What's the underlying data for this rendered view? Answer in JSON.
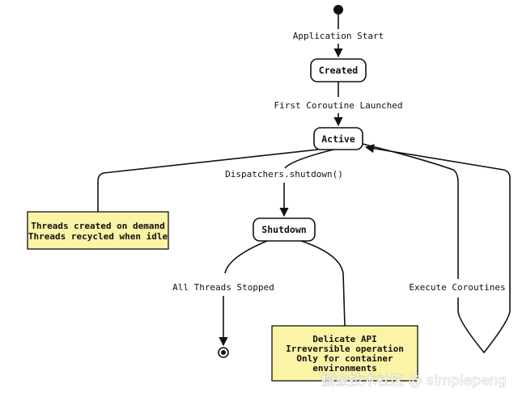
{
  "diagram": {
    "states": {
      "created": "Created",
      "active": "Active",
      "shutdown": "Shutdown"
    },
    "transitions": {
      "start_to_created": "Application Start",
      "created_to_active": "First Coroutine Launched",
      "active_to_shutdown": "Dispatchers.shutdown()",
      "shutdown_to_end": "All Threads Stopped",
      "active_self_loop": "Execute Coroutines"
    },
    "notes": {
      "active_note": [
        "Threads created on demand",
        "Threads recycled when idle"
      ],
      "shutdown_note": [
        "Delicate API",
        "Irreversible operation",
        "Only for container",
        "environments"
      ]
    },
    "watermark": "掘金技术社区 @ simplepeng"
  },
  "colors": {
    "note_fill": "#fbf3a6",
    "stroke": "#111111",
    "background": "#ffffff"
  }
}
